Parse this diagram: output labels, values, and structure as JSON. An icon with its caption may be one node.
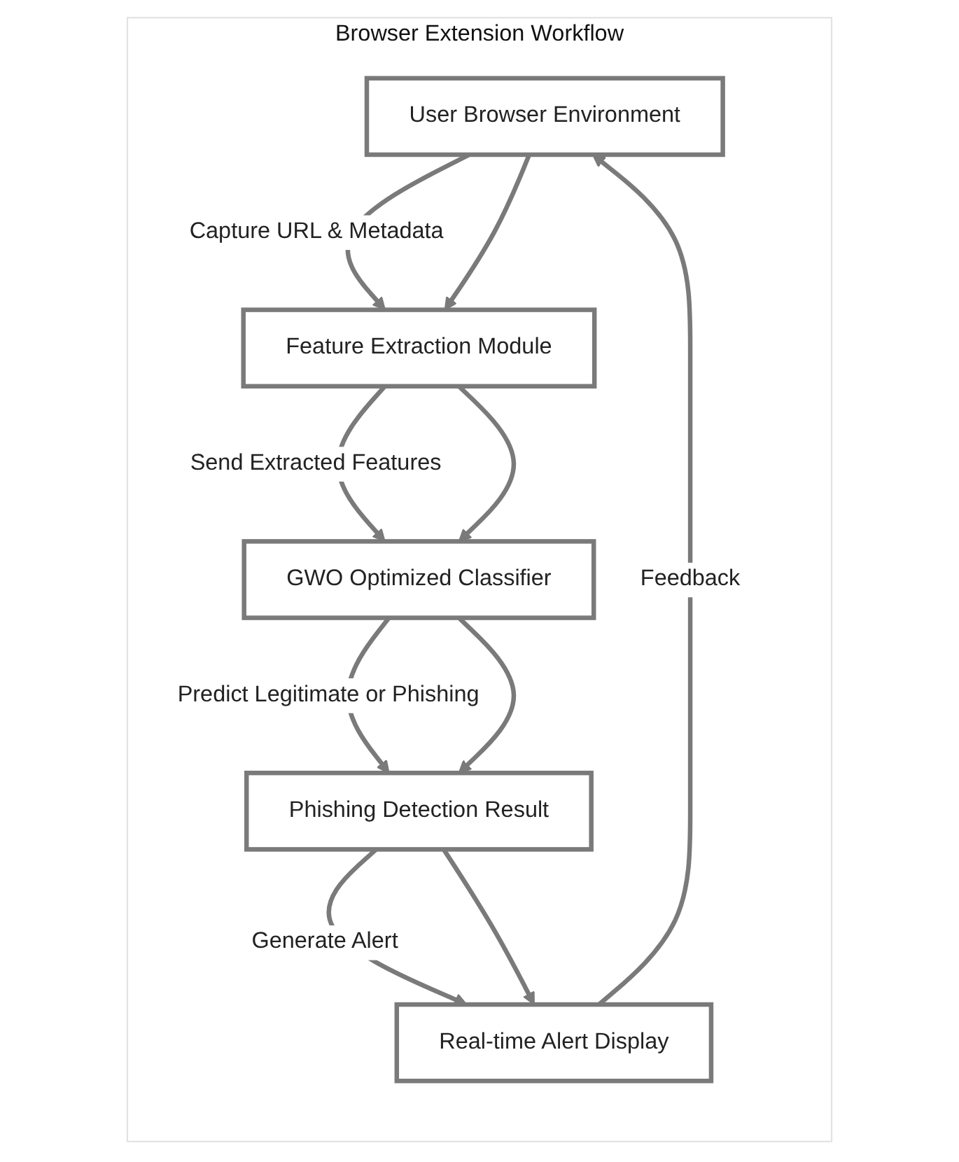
{
  "diagram": {
    "nodes": [
      {
        "text": [
          "Browser Extension Workflow"
        ]
      },
      {
        "text": [
          "User Browser Environment"
        ],
        "in": 0
      },
      {
        "text": [
          "Feature Extraction Module"
        ],
        "in": 0
      },
      {
        "text": [
          "GWO Optimized Classifier"
        ],
        "in": 0
      },
      {
        "text": [
          "Phishing Detection Result"
        ],
        "in": 0
      },
      {
        "text": [
          "Real-time Alert Display"
        ],
        "in": 0
      }
    ],
    "edges": [
      {
        "from": 1,
        "to": 2,
        "arrow": "to",
        "label": "Capture URL & Metadata"
      },
      {
        "from": 1,
        "to": 2,
        "arrow": "to"
      },
      {
        "from": 2,
        "to": 3,
        "arrow": "to",
        "label": "Send Extracted Features"
      },
      {
        "from": 2,
        "to": 3,
        "arrow": "to"
      },
      {
        "from": 3,
        "to": 4,
        "arrow": "to",
        "label": "Predict Legitimate or Phishing"
      },
      {
        "from": 3,
        "to": 4,
        "arrow": "to"
      },
      {
        "from": 4,
        "to": 5,
        "arrow": "to",
        "label": "Generate Alert"
      },
      {
        "from": 4,
        "to": 5,
        "arrow": "to"
      },
      {
        "from": 5,
        "to": 1,
        "arrow": "to",
        "label": "Feedback"
      }
    ]
  }
}
